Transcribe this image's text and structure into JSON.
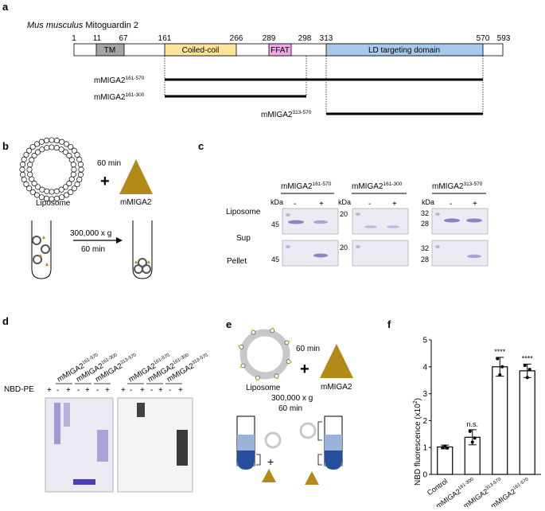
{
  "panel_a": {
    "letter": "a",
    "species": "Mus musculus",
    "protein": "Mitoguardin 2",
    "positions": [
      "1",
      "11",
      "67",
      "161",
      "266",
      "289",
      "298",
      "313",
      "570",
      "593"
    ],
    "domains": {
      "tm": "TM",
      "coiled_coil": "Coiled-coil",
      "ffat": "FFAT",
      "ld": "LD targeting domain"
    },
    "constructs": [
      {
        "name": "mMIGA2",
        "range": "161-570"
      },
      {
        "name": "mMIGA2",
        "range": "161-300"
      },
      {
        "name": "mMIGA2",
        "range": "313-570"
      }
    ],
    "colors": {
      "tm": "#a6a6a6",
      "coiled_coil": "#fce49a",
      "ffat": "#f0a8e6",
      "ld": "#a8c8ec"
    }
  },
  "panel_b": {
    "letter": "b",
    "time1": "60 min",
    "liposome": "Liposome",
    "protein": "mMIGA2",
    "plus": "+",
    "speed": "300,000 x g",
    "time2": "60 min",
    "color_protein": "#b38a1a"
  },
  "panel_c": {
    "letter": "c",
    "kda": "kDa",
    "liposome_label": "Liposome",
    "row_labels": [
      "Sup",
      "Pellet"
    ],
    "minus": "-",
    "plus": "+",
    "constructs": [
      {
        "name": "mMIGA2",
        "range": "161-570",
        "markers": [
          "45",
          "45"
        ]
      },
      {
        "name": "mMIGA2",
        "range": "161-300",
        "markers": [
          "20",
          "20"
        ]
      },
      {
        "name": "mMIGA2",
        "range": "313-570",
        "markers_top": [
          "32",
          "28"
        ],
        "markers_bottom": [
          "32",
          "28"
        ]
      }
    ]
  },
  "panel_d": {
    "letter": "d",
    "nbd_label": "NBD-PE",
    "lanes": [
      "+",
      "-",
      "+",
      "-",
      "+",
      "-",
      "+"
    ],
    "constructs": [
      {
        "name": "mMIGA2",
        "range": "161-570"
      },
      {
        "name": "mMIGA2",
        "range": "161-300"
      },
      {
        "name": "mMIGA2",
        "range": "313-570"
      },
      {
        "name": "mMIGA2",
        "range": "161-570"
      },
      {
        "name": "mMIGA2",
        "range": "161-300"
      },
      {
        "name": "mMIGA2",
        "range": "313-570"
      }
    ]
  },
  "panel_e": {
    "letter": "e",
    "time1": "60 min",
    "liposome": "Liposome",
    "protein": "mMIGA2",
    "plus": "+",
    "speed": "300,000 x g",
    "time2": "60 min"
  },
  "panel_f": {
    "letter": "f",
    "ylabel": "NBD fluorescence (x10",
    "ylabel_sup": "2",
    "ylabel_end": ")",
    "yticks": [
      "0",
      "1",
      "2",
      "3",
      "4",
      "5"
    ],
    "sig": [
      "n.s.",
      "****",
      "****"
    ],
    "chart_data": {
      "type": "bar",
      "categories": [
        "Control",
        "mMIGA2161-300",
        "mMIGA2313-570",
        "mMIGA2161-570"
      ],
      "values": [
        1.02,
        1.38,
        4.0,
        3.85
      ],
      "errors": [
        0.07,
        0.28,
        0.35,
        0.25
      ],
      "points": [
        [
          1.0,
          1.05,
          0.98
        ],
        [
          1.6,
          1.2,
          1.35
        ],
        [
          4.3,
          3.7,
          4.0
        ],
        [
          4.05,
          3.6,
          3.9
        ]
      ],
      "ylim": [
        0,
        5
      ],
      "xlabel": "",
      "ylabel": "NBD fluorescence (x10²)",
      "bar_color": "#ffffff"
    },
    "tick_labels": [
      {
        "name": "Control",
        "sup": ""
      },
      {
        "name": "mMIGA2",
        "sup": "161-300"
      },
      {
        "name": "mMIGA2",
        "sup": "313-570"
      },
      {
        "name": "mMIGA2",
        "sup": "161-570"
      }
    ]
  }
}
